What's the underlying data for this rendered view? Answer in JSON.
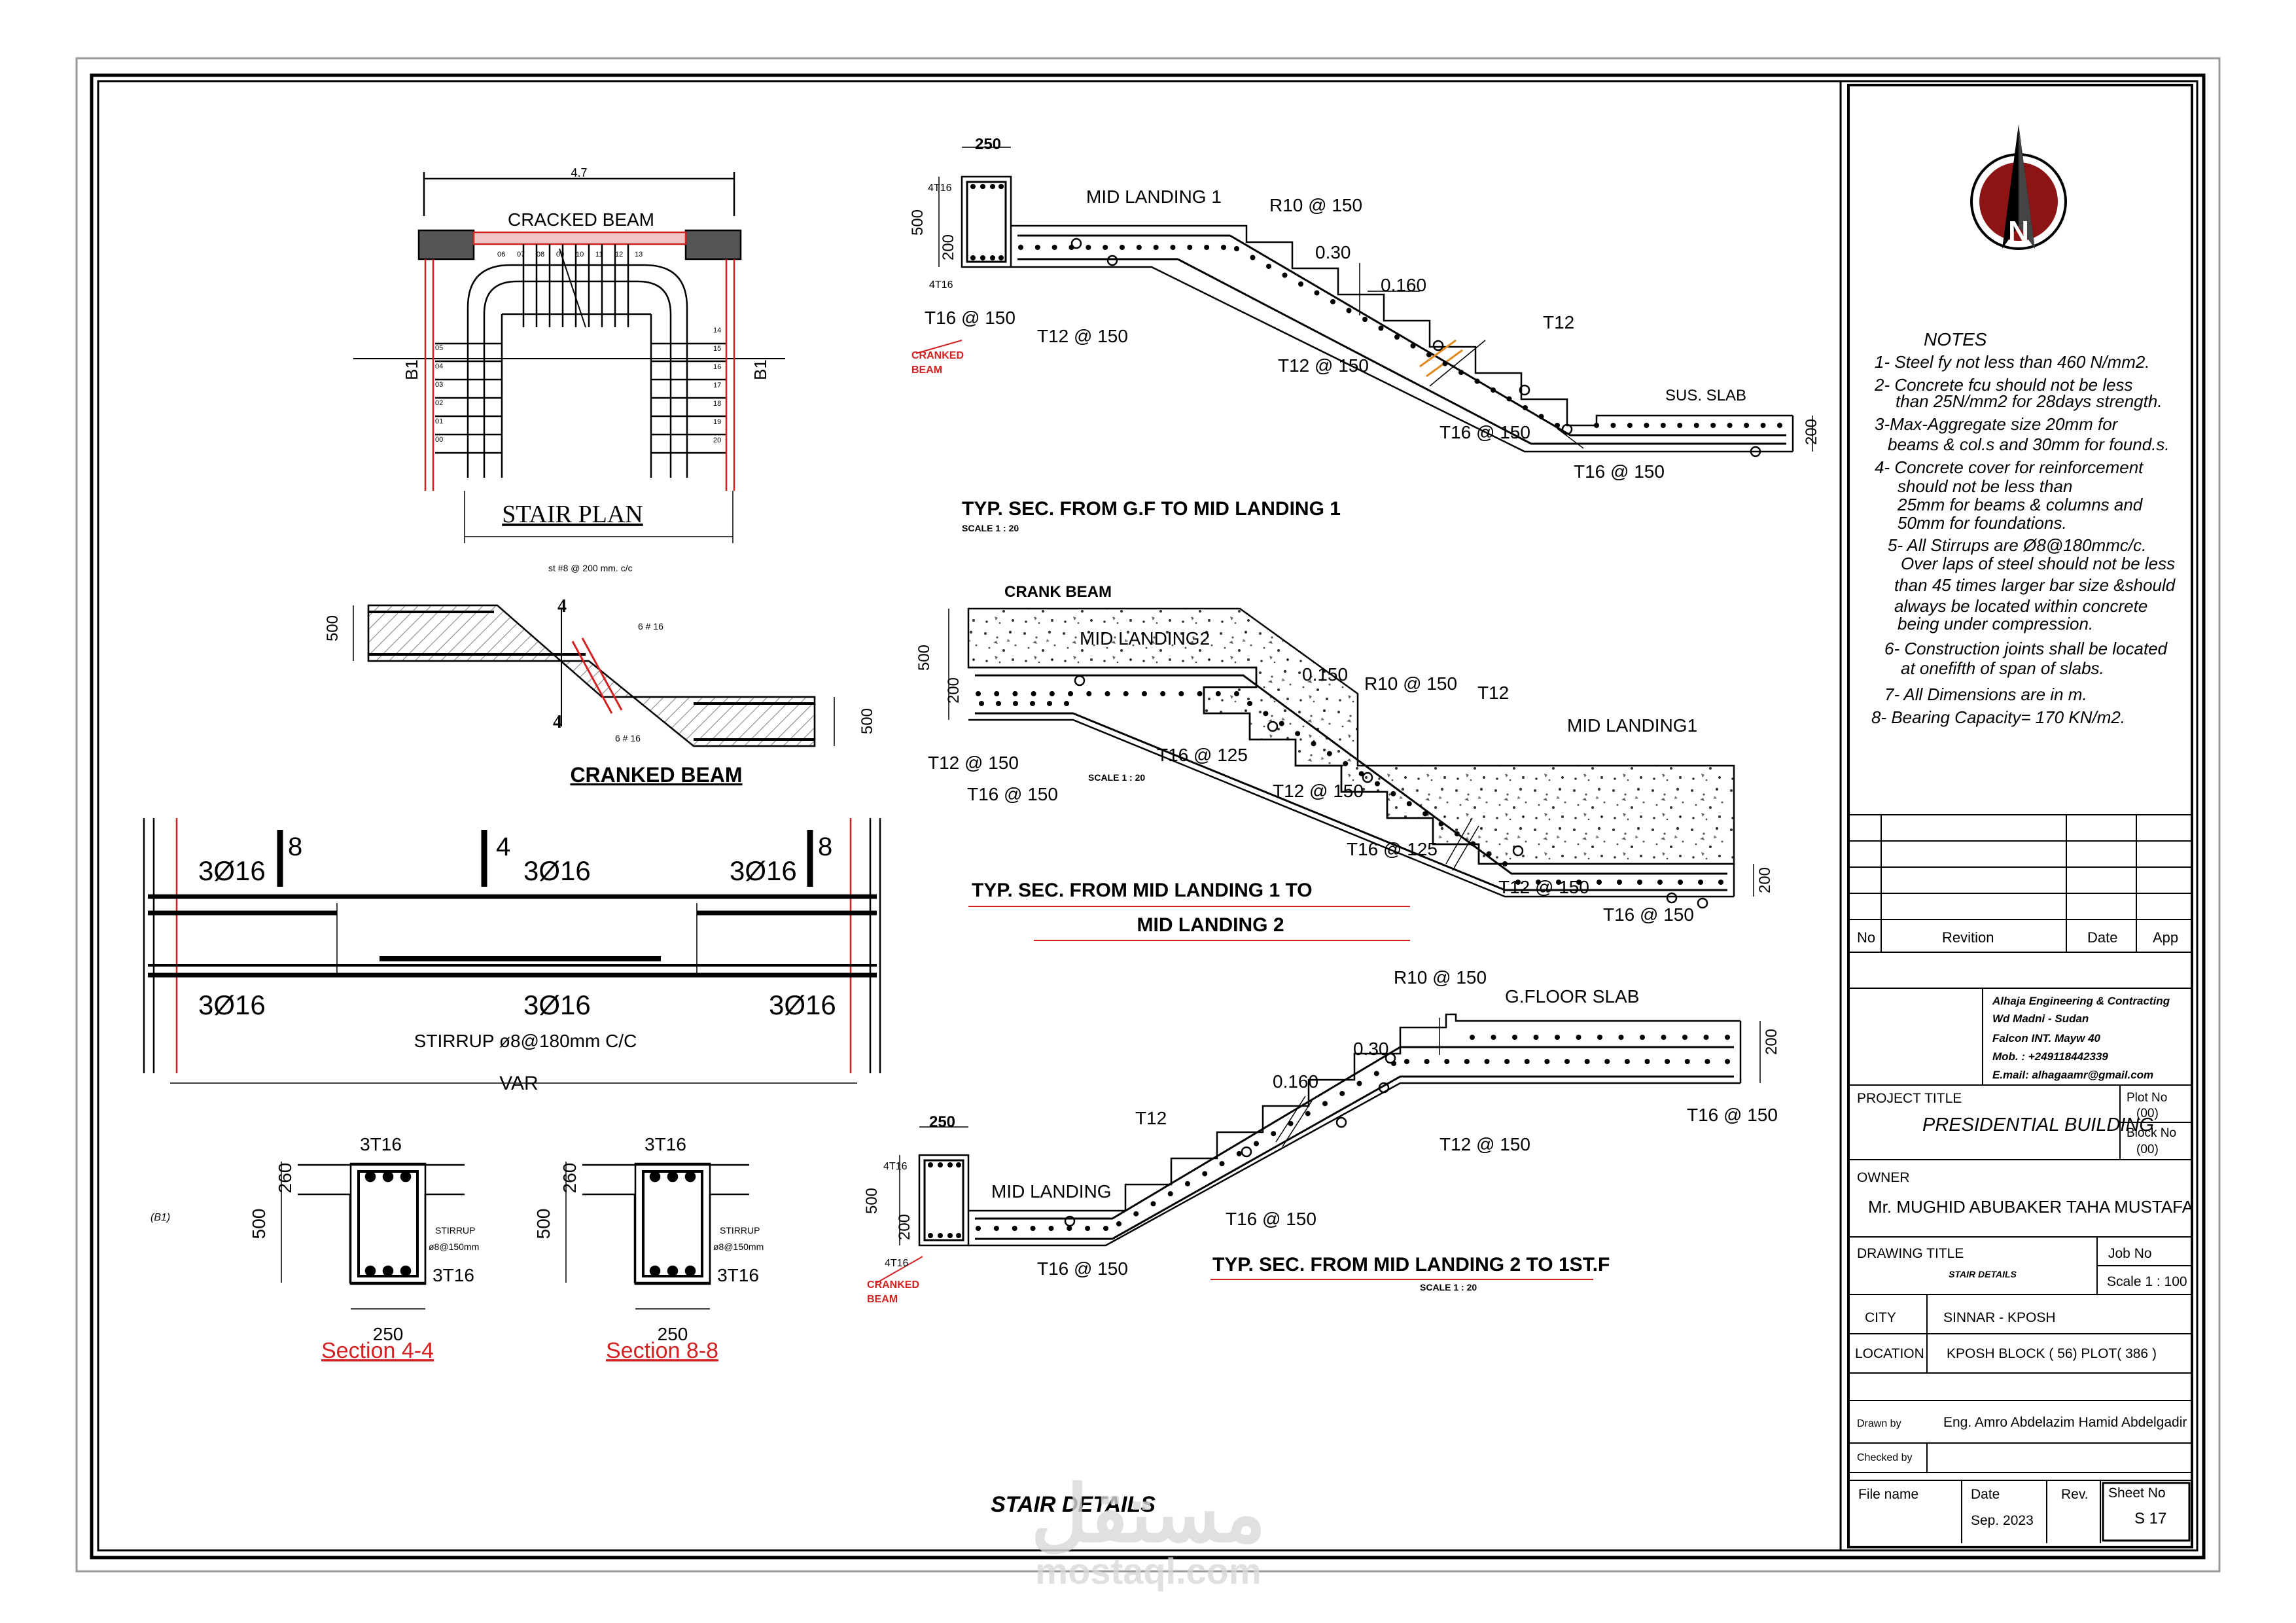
{
  "drawing_title": "STAIR DETAILS",
  "stair_plan": {
    "title": "STAIR PLAN",
    "width_dim": "4.7",
    "beam_label": "CRACKED BEAM",
    "axis_left": "B1",
    "axis_right": "B1",
    "steps_top": [
      "06",
      "07",
      "08",
      "09",
      "10",
      "11",
      "12",
      "13"
    ],
    "steps_left": [
      "05",
      "04",
      "03",
      "02",
      "01",
      "00"
    ],
    "steps_right": [
      "14",
      "15",
      "16",
      "17",
      "18",
      "19",
      "20"
    ]
  },
  "cranked_beam": {
    "title": "CRANKED BEAM",
    "stirrup_note": "st #8 @ 200 mm. c/c",
    "rebar_top": "6 # 16",
    "rebar_bottom": "6 # 16",
    "dim_left": "500",
    "dim_right": "500",
    "section_mark_top": "4",
    "section_mark_bottom": "4"
  },
  "beam_elevation": {
    "top_left": "3Ø16",
    "top_mid": "3Ø16",
    "top_right": "3Ø16",
    "bot_left": "3Ø16",
    "bot_mid": "3Ø16",
    "bot_right": "3Ø16",
    "mark_left": "8",
    "mark_mid": "4",
    "mark_right": "8",
    "stirrup": "STIRRUP  ø8@180mm  C/C",
    "span": "VAR"
  },
  "section_44": {
    "title": "Section 4-4",
    "top_bars": "3T16",
    "bottom_bars": "3T16",
    "width": "250",
    "depth": "500",
    "slab": "260",
    "stirrup_label": "STIRRUP",
    "stirrup_spec": "ø8@150mm",
    "grid_ref": "(B1)"
  },
  "section_88": {
    "title": "Section 8-8",
    "top_bars": "3T16",
    "bottom_bars": "3T16",
    "width": "250",
    "depth": "500",
    "slab": "260",
    "stirrup_label": "STIRRUP",
    "stirrup_spec": "ø8@150mm"
  },
  "sec1": {
    "title": "TYP.  SEC.  FROM  G.F  TO  MID  LANDING  1",
    "scale": "SCALE  1 : 20",
    "beam_width": "250",
    "beam_depth": "500",
    "slab": "200",
    "bars_top": "4T16",
    "bars_bottom": "4T16",
    "mid_landing": "MID  LANDING  1",
    "r10": "R10  @  150",
    "tread": "0.30",
    "riser": "0.160",
    "t12_a": "T12",
    "t16_a": "T16  @  150",
    "t12_b": "T12  @  150",
    "t12_c": "T12  @  150",
    "t16_b": "T16  @  150",
    "t16_c": "T16  @  150",
    "sus_slab": "SUS.  SLAB",
    "slab_right": "200",
    "cranked": [
      "CRANKED",
      "BEAM"
    ]
  },
  "sec2": {
    "title_line1": "TYP.   SEC.  FROM   MID  LANDING  1  TO",
    "title_line2": "MID  LANDING  2",
    "scale": "SCALE  1 : 20",
    "crank_beam": "CRANK  BEAM",
    "mid_landing2": "MID  LANDING2",
    "mid_landing1": "MID  LANDING1",
    "depth": "500",
    "slab": "200",
    "riser": "0.150",
    "r10": "R10  @  150",
    "t12": "T12",
    "t12_a": "T12  @  150",
    "t16_a": "T16  @  150",
    "t16_b": "T16  @  125",
    "t12_b": "T12  @  150",
    "t16_c": "T16  @  125",
    "t12_c": "T12  @  150",
    "t16_d": "T16  @  150",
    "slab_right": "200"
  },
  "sec3": {
    "title": "TYP.   SEC.  FROM   MID  LANDING  2  TO  1ST.F",
    "scale": "SCALE  1 : 20",
    "beam_width": "250",
    "beam_depth": "500",
    "slab": "200",
    "bars_top": "4T16",
    "bars_bottom": "4T16",
    "r10": "R10  @  150",
    "floor_slab": "G.FLOOR  SLAB",
    "tread": "0.30",
    "riser": "0.160",
    "t12": "T12",
    "t12_a": "T12  @  150",
    "t16_a": "T16  @  150",
    "t16_b": "T16  @  150",
    "t16_c": "T16  @  150",
    "mid_landing": "MID  LANDING",
    "slab_right": "200",
    "cranked": [
      "CRANKED",
      "BEAM"
    ]
  },
  "notes": {
    "heading": "NOTES",
    "lines": [
      "1- Steel fy not less than  460 N/mm2.",
      "2- Concrete fcu should not be less",
      "than 25N/mm2 for 28days strength.",
      "3-Max-Aggregate size 20mm for",
      "beams & col.s and 30mm for found.s.",
      "4- Concrete cover for reinforcement",
      "should not be less than",
      "25mm for beams & columns and",
      "50mm for foundations.",
      "5- All Stirrups are Ø8@180mmc/c.",
      "Over laps of steel should not be less",
      "than 45 times larger bar size &should",
      "always be located within concrete",
      "being under compression.",
      "6- Construction joints shall be located",
      "at onefifth of span of slabs.",
      "7- All Dimensions are in m.",
      "8- Bearing Capacity= 170 KN/m2."
    ]
  },
  "north_arrow": {
    "letter": "N"
  },
  "revision_table": {
    "no": "No",
    "revision": "Revition",
    "date": "Date",
    "app": "App"
  },
  "company": {
    "name": "Alhaja Engineering & Contracting",
    "address1": "Wd Madni - Sudan",
    "address2": "Falcon INT. Mayw 40",
    "mobile": "Mob. : +249118442339",
    "email": "E.mail: alhagaamr@gmail.com"
  },
  "title_block": {
    "project_title_label": "PROJECT TITLE",
    "project_title": "PRESIDENTIAL BUILDING",
    "plot_no_label": "Plot No",
    "plot_no": "(00)",
    "block_no_label": "Block No",
    "block_no": "(00)",
    "owner_label": "OWNER",
    "owner": "Mr. MUGHID  ABUBAKER TAHA MUSTAFA",
    "drawing_title_label": "DRAWING TITLE",
    "drawing_title": "STAIR DETAILS",
    "job_no_label": "Job No",
    "scale": "Scale 1 : 100",
    "city_label": "CITY",
    "city": "SINNAR - KPOSH",
    "location_label": "LOCATION",
    "location": "KPOSH BLOCK ( 56)  PLOT( 386 )",
    "drawn_by_label": "Drawn by",
    "drawn_by": "Eng. Amro Abdelazim Hamid Abdelgadir",
    "checked_by_label": "Checked by",
    "file_name_label": "File name",
    "date_label": "Date",
    "date": "Sep. 2023",
    "rev_label": "Rev.",
    "sheet_no_label": "Sheet No",
    "sheet_no": "S 17"
  },
  "watermark": {
    "arabic": "مستقل",
    "latin": "mostaql.com"
  },
  "colors": {
    "ink": "#000000",
    "red": "#d42020",
    "orange": "#e08a1e",
    "grey": "#666666"
  }
}
